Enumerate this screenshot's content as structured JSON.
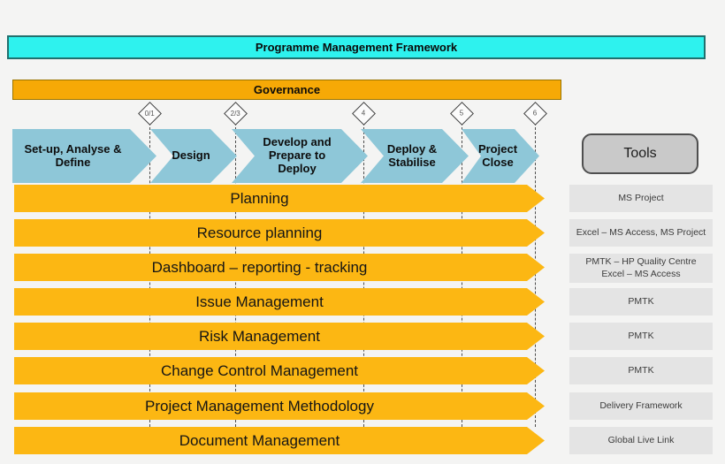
{
  "banner": {
    "title": "Programme Management Framework"
  },
  "governance": {
    "label": "Governance"
  },
  "milestones": [
    {
      "label": "0/1"
    },
    {
      "label": "2/3"
    },
    {
      "label": "4"
    },
    {
      "label": "5"
    },
    {
      "label": "6"
    }
  ],
  "phases": [
    {
      "label": "Set-up, Analyse & Define"
    },
    {
      "label": "Design"
    },
    {
      "label": "Develop and Prepare to Deploy"
    },
    {
      "label": "Deploy & Stabilise"
    },
    {
      "label": "Project Close"
    }
  ],
  "tools_panel": {
    "header": "Tools"
  },
  "rows": [
    {
      "label": "Planning",
      "tool": "MS Project"
    },
    {
      "label": "Resource planning",
      "tool": "Excel – MS Access, MS Project"
    },
    {
      "label": "Dashboard – reporting - tracking",
      "tool": "PMTK – HP Quality Centre\nExcel – MS Access"
    },
    {
      "label": "Issue Management",
      "tool": "PMTK"
    },
    {
      "label": "Risk Management",
      "tool": "PMTK"
    },
    {
      "label": "Change Control Management",
      "tool": "PMTK"
    },
    {
      "label": "Project Management Methodology",
      "tool": "Delivery Framework"
    },
    {
      "label": "Document Management",
      "tool": "Global Live Link"
    }
  ],
  "colors": {
    "banner_bg": "#2EF2EE",
    "banner_border": "#20706E",
    "governance_bg": "#F6A906",
    "phase_bg": "#8EC7D8",
    "row_bg": "#FCB713",
    "tools_button_bg": "#C9C9C9",
    "tool_box_bg": "#E4E4E4",
    "background": "#F4F4F3"
  }
}
